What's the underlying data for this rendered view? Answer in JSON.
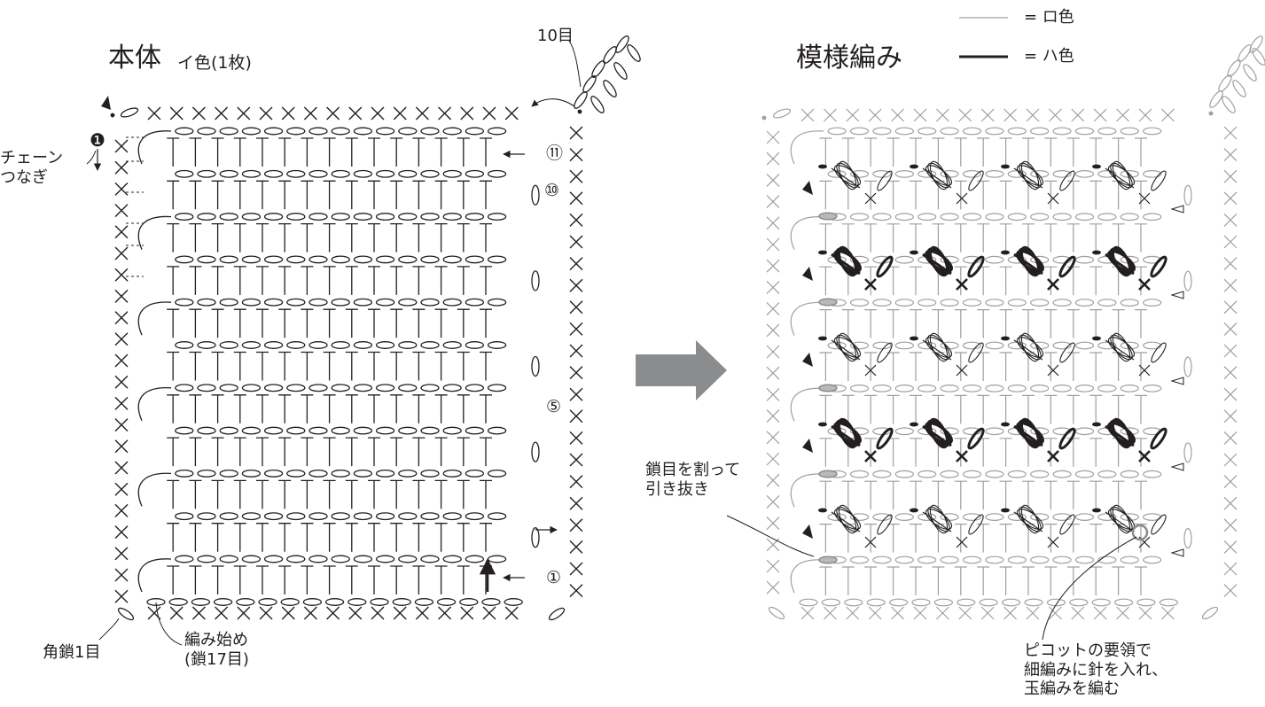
{
  "left_panel": {
    "title": "本体",
    "subtitle": "イ色(1枚)",
    "label_ten": "10目",
    "label_chain_join": "チェーン\nつなぎ",
    "label_corner": "角鎖1目",
    "label_start": "編み始め\n(鎖17目)",
    "marker_1": "❶",
    "row_markers": [
      "⑪",
      "⑩",
      "⑤",
      "①"
    ]
  },
  "right_panel": {
    "title": "模様編み",
    "legend": [
      {
        "text": "= ロ色",
        "color": "#9d9fa2"
      },
      {
        "text": "= ハ色",
        "color": "#231f20"
      }
    ],
    "label_split": "鎖目を割って\n引き抜き",
    "label_picot": "ピコットの要領で\n細編みに針を入れ、\n玉編みを編む"
  },
  "colors": {
    "ink": "#231f20",
    "light": "#9d9fa2",
    "arrow": "#8a8c8e"
  }
}
